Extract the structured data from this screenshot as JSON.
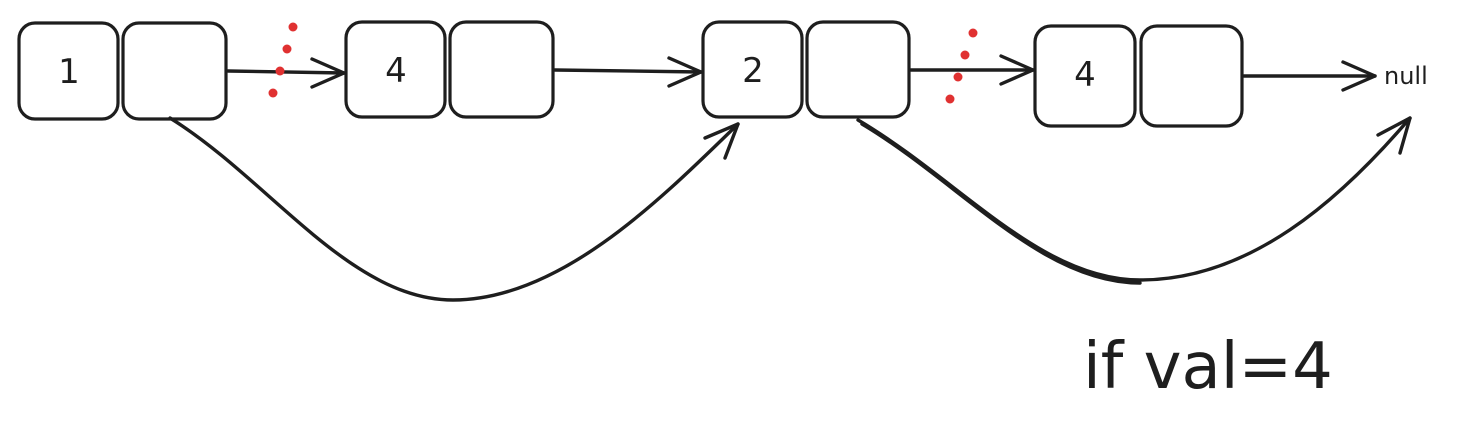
{
  "nodes": [
    {
      "value": "1"
    },
    {
      "value": "4"
    },
    {
      "value": "2"
    },
    {
      "value": "4"
    }
  ],
  "null_label": "null",
  "condition": "if val=4",
  "colors": {
    "ink": "#1e1e1e",
    "cut_marker": "#e03131",
    "background": "#ffffff"
  }
}
